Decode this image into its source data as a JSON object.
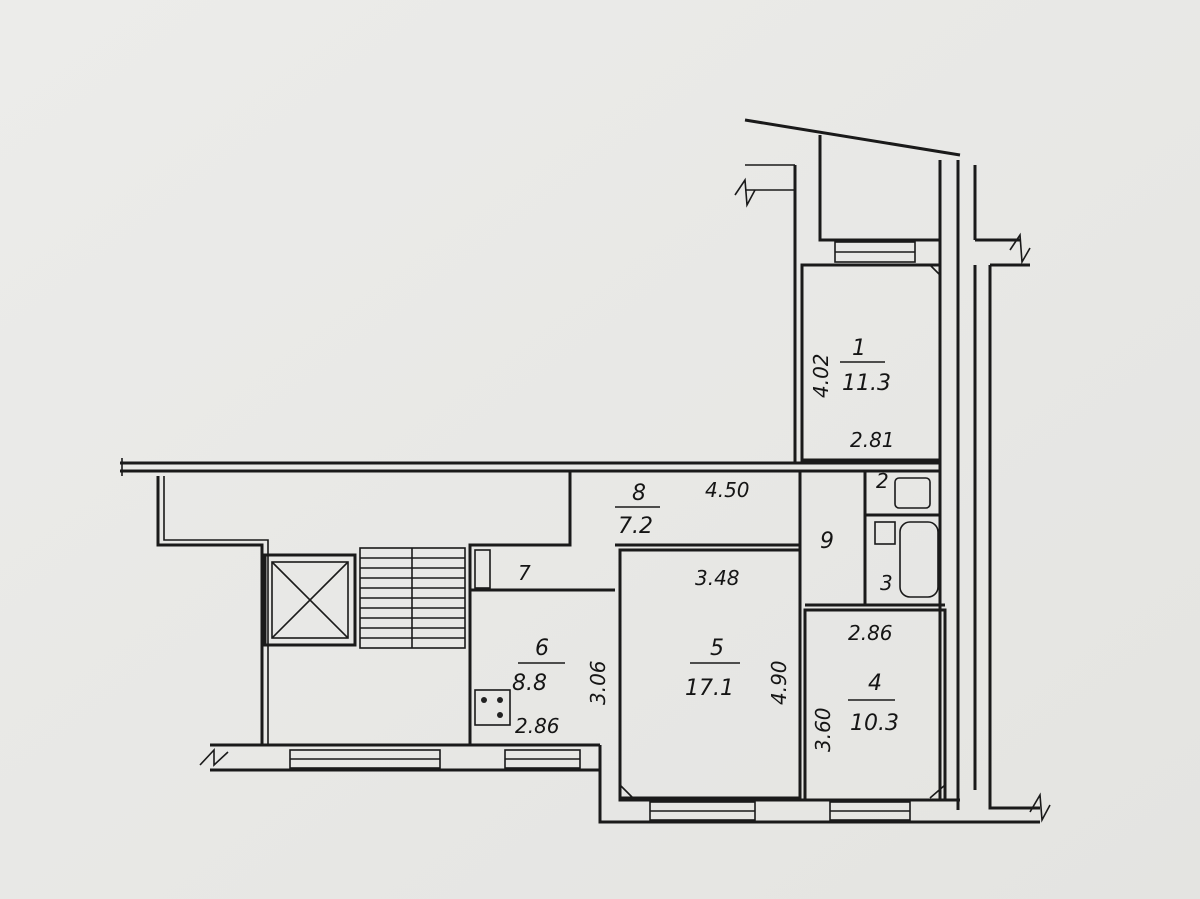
{
  "rooms": [
    {
      "number": "1",
      "area": "11.3",
      "dims": [
        "4.02",
        "2.81"
      ]
    },
    {
      "number": "2"
    },
    {
      "number": "3"
    },
    {
      "number": "4",
      "area": "10.3",
      "dims": [
        "3.60",
        "2.86"
      ]
    },
    {
      "number": "5",
      "area": "17.1",
      "dims": [
        "3.48",
        "4.90"
      ]
    },
    {
      "number": "6",
      "area": "8.8",
      "dims": [
        "3.06",
        "2.86"
      ]
    },
    {
      "number": "7"
    },
    {
      "number": "8",
      "area": "7.2",
      "dims": [
        "4.50"
      ]
    },
    {
      "number": "9"
    }
  ]
}
